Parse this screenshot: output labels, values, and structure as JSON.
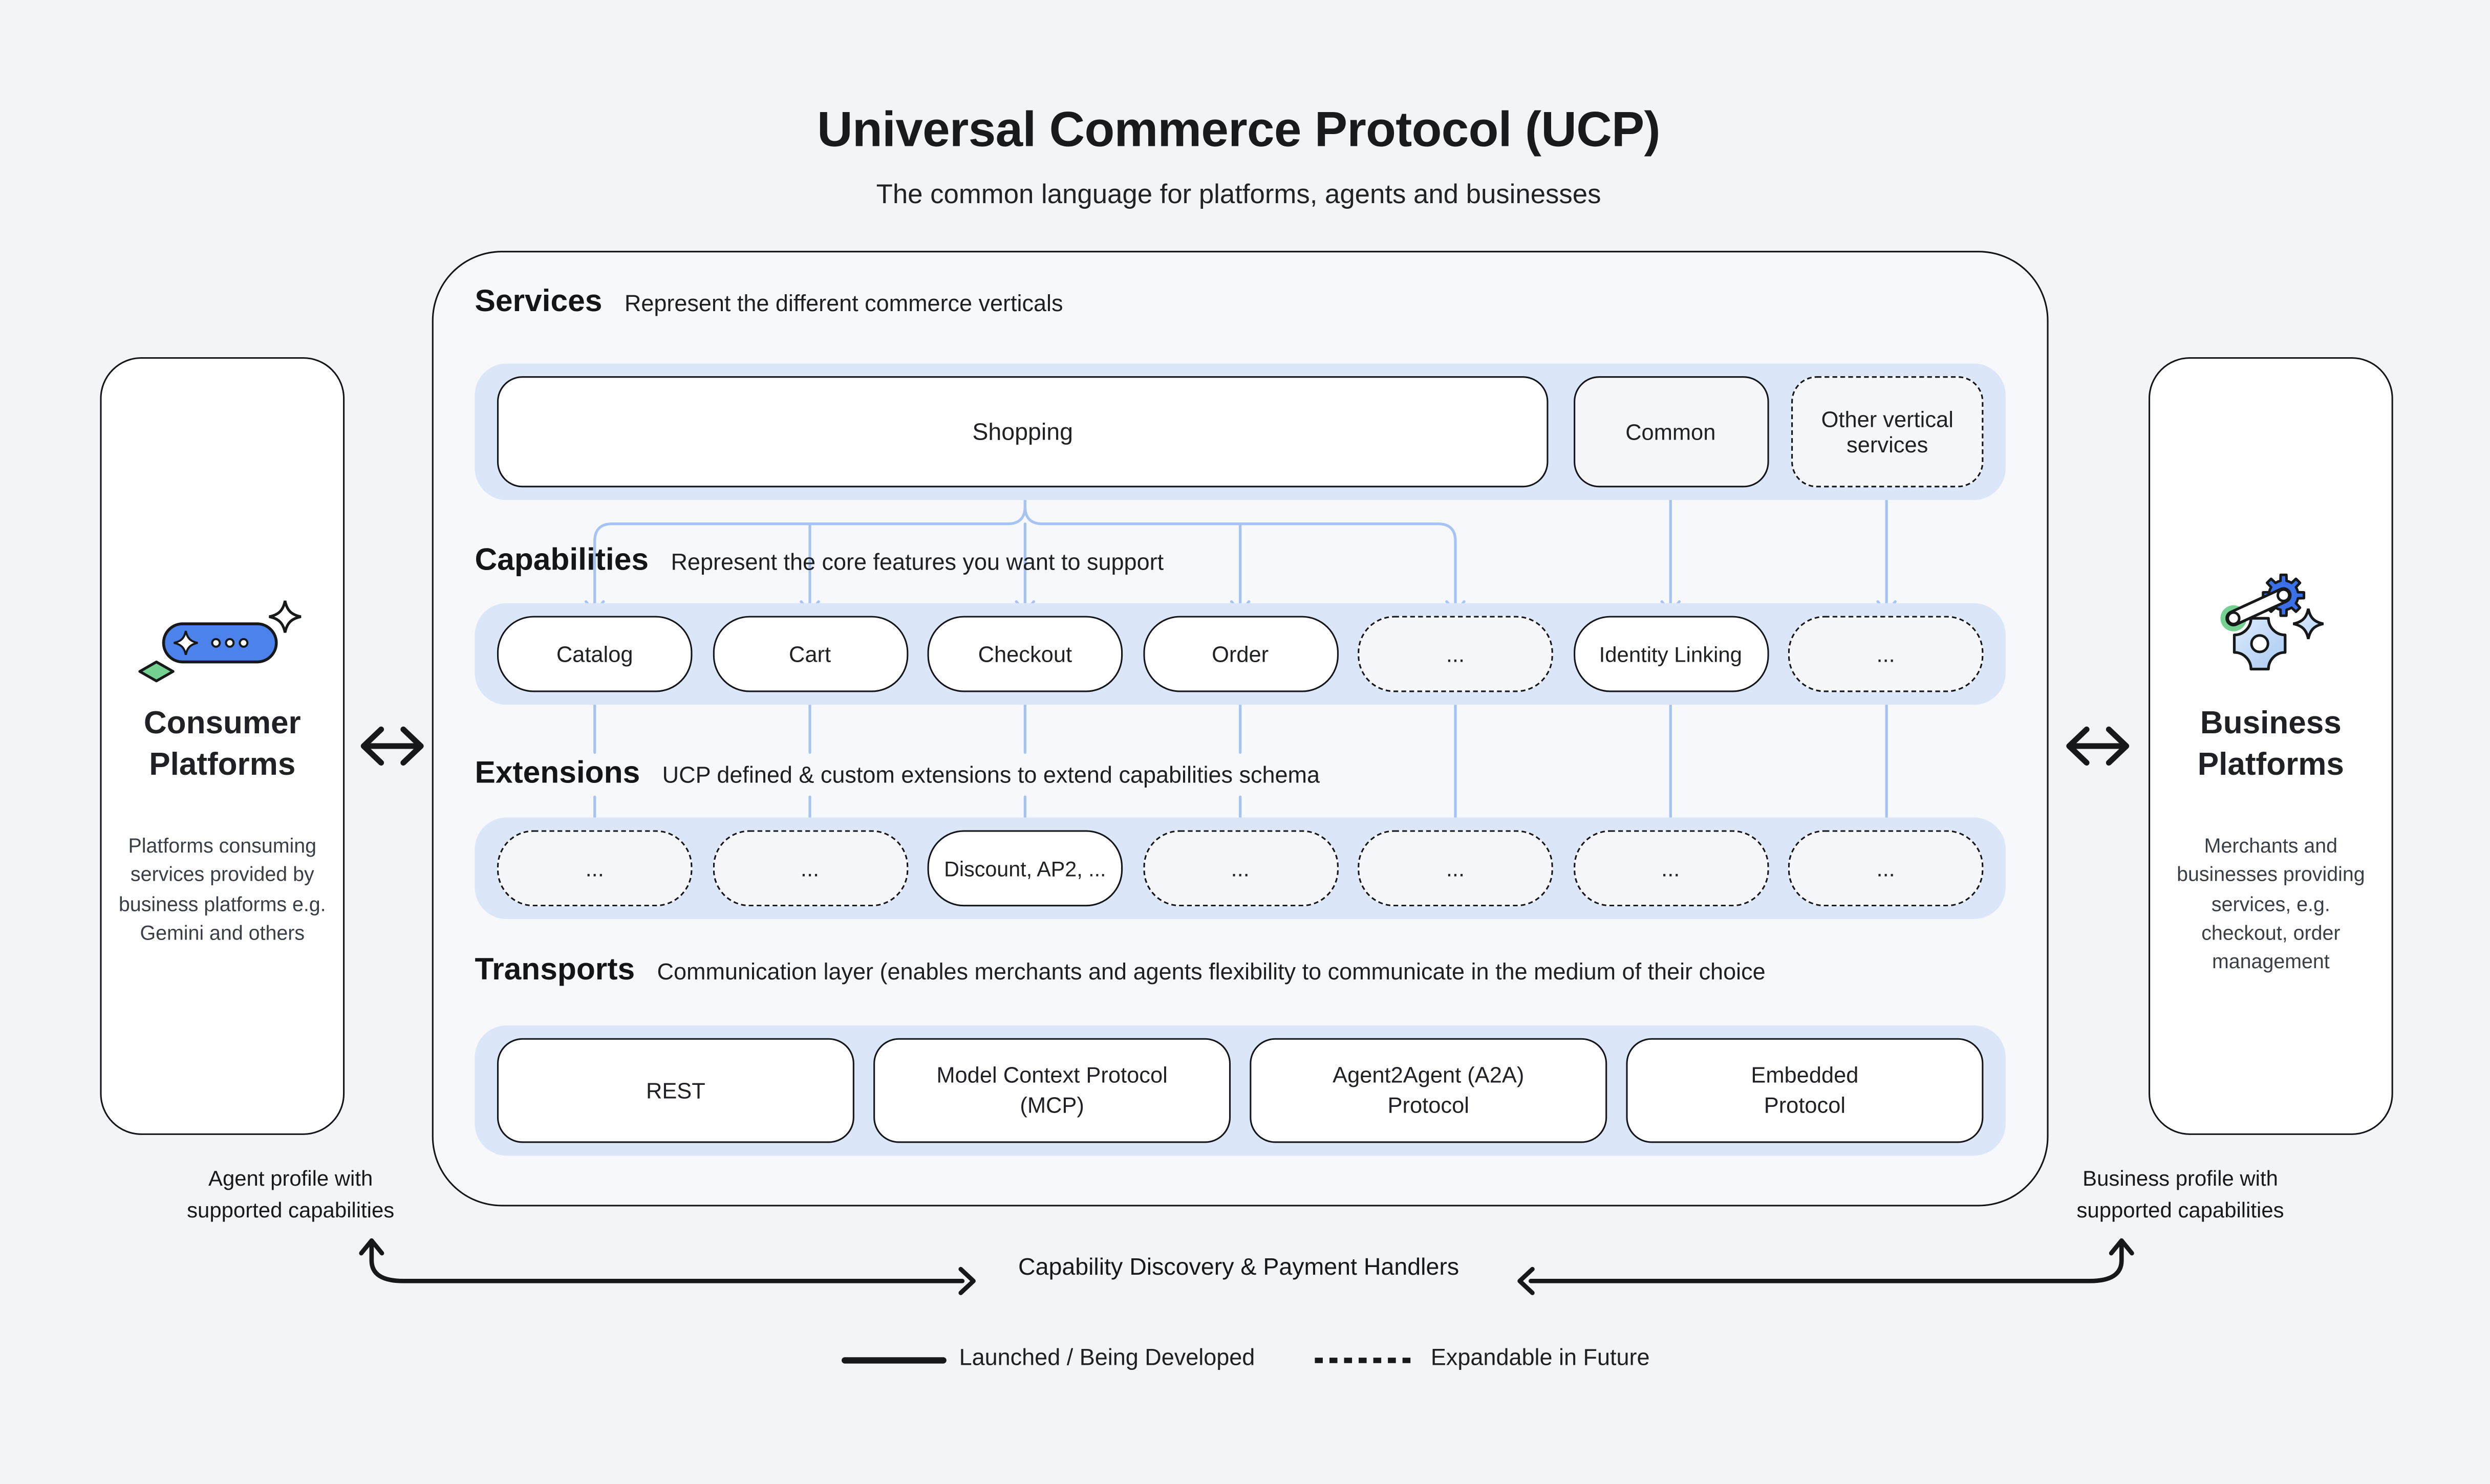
{
  "page": {
    "title": "Universal Commerce Protocol (UCP)",
    "subtitle": "The common language for platforms, agents and businesses"
  },
  "consumer_platform": {
    "title": "Consumer Platforms",
    "description": "Platforms consuming services provided by business platforms e.g. Gemini and others",
    "icon": "chat-sparkle-icon"
  },
  "business_platform": {
    "title": "Business Platforms",
    "description": "Merchants and businesses providing services, e.g. checkout, order management",
    "icon": "gear-integration-icon"
  },
  "sections": {
    "services": {
      "title": "Services",
      "description": "Represent the different commerce verticals",
      "items": [
        {
          "label": "Shopping",
          "style": "solid"
        },
        {
          "label": "Common",
          "style": "solid"
        },
        {
          "label": "Other vertical services",
          "style": "dashed"
        }
      ]
    },
    "capabilities": {
      "title": "Capabilities",
      "description": "Represent the core features you want to support",
      "items": [
        {
          "label": "Catalog",
          "style": "solid"
        },
        {
          "label": "Cart",
          "style": "solid"
        },
        {
          "label": "Checkout",
          "style": "solid"
        },
        {
          "label": "Order",
          "style": "solid"
        },
        {
          "label": "...",
          "style": "dashed"
        },
        {
          "label": "Identity Linking",
          "style": "solid"
        },
        {
          "label": "...",
          "style": "dashed"
        }
      ]
    },
    "extensions": {
      "title": "Extensions",
      "description": "UCP defined & custom extensions to extend capabilities schema",
      "items": [
        {
          "label": "...",
          "style": "dashed"
        },
        {
          "label": "...",
          "style": "dashed"
        },
        {
          "label": "Discount, AP2, ...",
          "style": "solid"
        },
        {
          "label": "...",
          "style": "dashed"
        },
        {
          "label": "...",
          "style": "dashed"
        },
        {
          "label": "...",
          "style": "dashed"
        },
        {
          "label": "...",
          "style": "dashed"
        }
      ]
    },
    "transports": {
      "title": "Transports",
      "description": "Communication layer (enables merchants and agents flexibility to communicate in the medium of their choice",
      "items": [
        {
          "label": "REST",
          "style": "solid"
        },
        {
          "label": "Model Context Protocol (MCP)",
          "style": "solid"
        },
        {
          "label": "Agent2Agent (A2A) Protocol",
          "style": "solid"
        },
        {
          "label": "Embedded Protocol",
          "style": "solid"
        }
      ]
    }
  },
  "footer": {
    "agent_profile_caption": "Agent profile with supported capabilities",
    "business_profile_caption": "Business profile with supported capabilities",
    "discovery_label": "Capability Discovery & Payment Handlers"
  },
  "legend": {
    "solid_label": "Launched / Being Developed",
    "dashed_label": "Expandable in Future"
  },
  "colors": {
    "background": "#f3f4f7",
    "panel_background": "#f6f8fb",
    "band_blue": "#dbe7f9",
    "connector_blue": "#a6c4f3",
    "outline_black": "#141519",
    "icon_blue": "#4c82ec",
    "icon_gear_blue": "#3b71e8",
    "icon_green": "#74d192",
    "icon_light_blue": "#bcd8f8"
  }
}
